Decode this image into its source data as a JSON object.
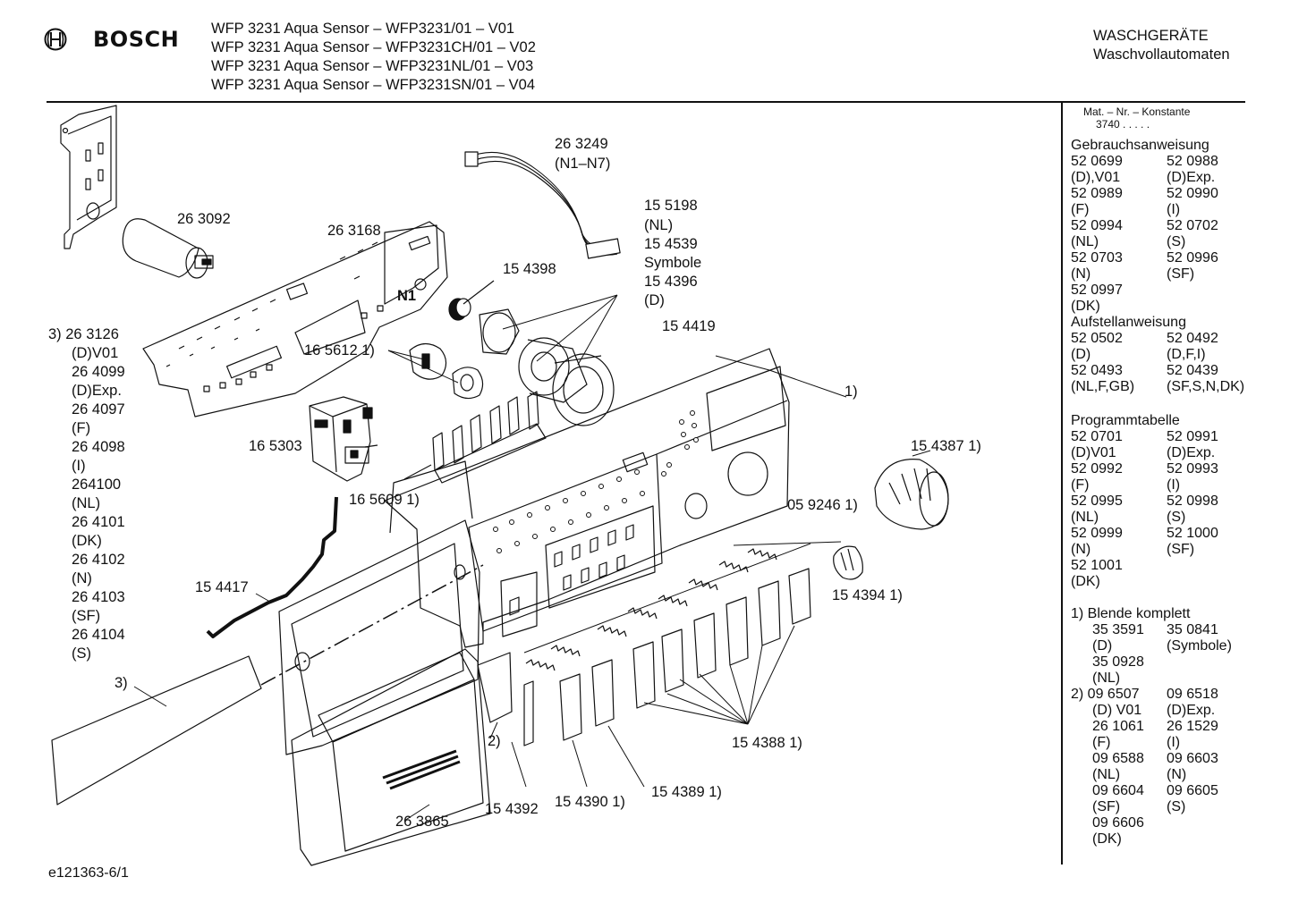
{
  "header": {
    "brand": "BOSCH",
    "title_lines": [
      "WFP 3231 Aqua Sensor – WFP3231/01 – V01",
      "WFP 3231 Aqua Sensor – WFP3231CH/01 – V02",
      "WFP 3231 Aqua Sensor – WFP3231NL/01 – V03",
      "WFP 3231 Aqua Sensor – WFP3231SN/01 – V04"
    ],
    "category_line1": "WASCHGERÄTE",
    "category_line2": "Waschvollautomaten"
  },
  "footer": {
    "code": "e121363-6/1"
  },
  "sidebar": {
    "mat_label": "Mat. – Nr. – Konstante",
    "mat_value": "3740  .  .  .  .  .",
    "gebrauch": {
      "title": "Gebrauchsanweisung",
      "rows": [
        [
          "52 0699",
          "52 0988"
        ],
        [
          "(D),V01",
          "(D)Exp."
        ],
        [
          "52 0989",
          "52 0990"
        ],
        [
          "(F)",
          "(I)"
        ],
        [
          "52 0994",
          "52 0702"
        ],
        [
          "(NL)",
          "(S)"
        ],
        [
          "52 0703",
          "52 0996"
        ],
        [
          "(N)",
          "(SF)"
        ],
        [
          "52 0997",
          ""
        ],
        [
          "(DK)",
          ""
        ]
      ]
    },
    "aufstell": {
      "title": "Aufstellanweisung",
      "rows": [
        [
          "52 0502",
          "52 0492"
        ],
        [
          "(D)",
          "(D,F,I)"
        ],
        [
          "52 0493",
          "52 0439"
        ],
        [
          "(NL,F,GB)",
          "(SF,S,N,DK)"
        ]
      ]
    },
    "programm": {
      "title": "Programmtabelle",
      "rows": [
        [
          "52 0701",
          "52 0991"
        ],
        [
          "(D)V01",
          "(D)Exp."
        ],
        [
          "52 0992",
          "52 0993"
        ],
        [
          "(F)",
          "(I)"
        ],
        [
          "52 0995",
          "52 0998"
        ],
        [
          "(NL)",
          "(S)"
        ],
        [
          "52 0999",
          "52 1000"
        ],
        [
          "(N)",
          "(SF)"
        ],
        [
          "52 1001",
          ""
        ],
        [
          "(DK)",
          ""
        ]
      ]
    },
    "note1": {
      "title": "1)  Blende komplett",
      "rows": [
        [
          "35 3591",
          "35 0841"
        ],
        [
          "(D)",
          "   (Symbole)"
        ],
        [
          "35 0928",
          ""
        ],
        [
          "(NL)",
          ""
        ]
      ]
    },
    "note2": {
      "first_left": "2)  09 6507",
      "first_right": "09 6518",
      "rows": [
        [
          "(D) V01",
          "(D)Exp."
        ],
        [
          "26 1061",
          "26 1529"
        ],
        [
          "(F)",
          "(I)"
        ],
        [
          "09 6588",
          "09 6603"
        ],
        [
          "(NL)",
          "(N)"
        ],
        [
          "09 6604",
          "09 6605"
        ],
        [
          "(SF)",
          "(S)"
        ],
        [
          "09 6606",
          ""
        ],
        [
          "(DK)",
          ""
        ]
      ]
    }
  },
  "labels": {
    "p263092": "26 3092",
    "p263168": "26 3168",
    "n1": "N1",
    "p263249": "26 3249",
    "n1n7": "(N1–N7)",
    "p155198": "15 5198",
    "nl": "(NL)",
    "p154539": "15 4539",
    "symbole": "Symbole",
    "p154396": "15 4396",
    "d": "(D)",
    "p154398": "15 4398",
    "p154419": "15 4419",
    "p165612": "16 5612 1)",
    "one": "1)",
    "p165303": "16 5303",
    "p165609": "16 5609 1)",
    "p154387": "15 4387 1)",
    "p059246": "05 9246 1)",
    "p154394": "15 4394 1)",
    "p154417": "15 4417",
    "p154388": "15 4388 1)",
    "p154389": "15 4389 1)",
    "p154390": "15 4390 1)",
    "p154392": "15 4392",
    "p263865": "26 3865",
    "two": "2)",
    "three": "3)"
  },
  "variants3": [
    "3)  26 3126",
    "(D)V01",
    "26 4099",
    "(D)Exp.",
    "26 4097",
    "(F)",
    "26 4098",
    "(I)",
    "264100",
    "(NL)",
    "26 4101",
    "(DK)",
    "26 4102",
    "(N)",
    "26 4103",
    "(SF)",
    "26 4104",
    "(S)"
  ]
}
